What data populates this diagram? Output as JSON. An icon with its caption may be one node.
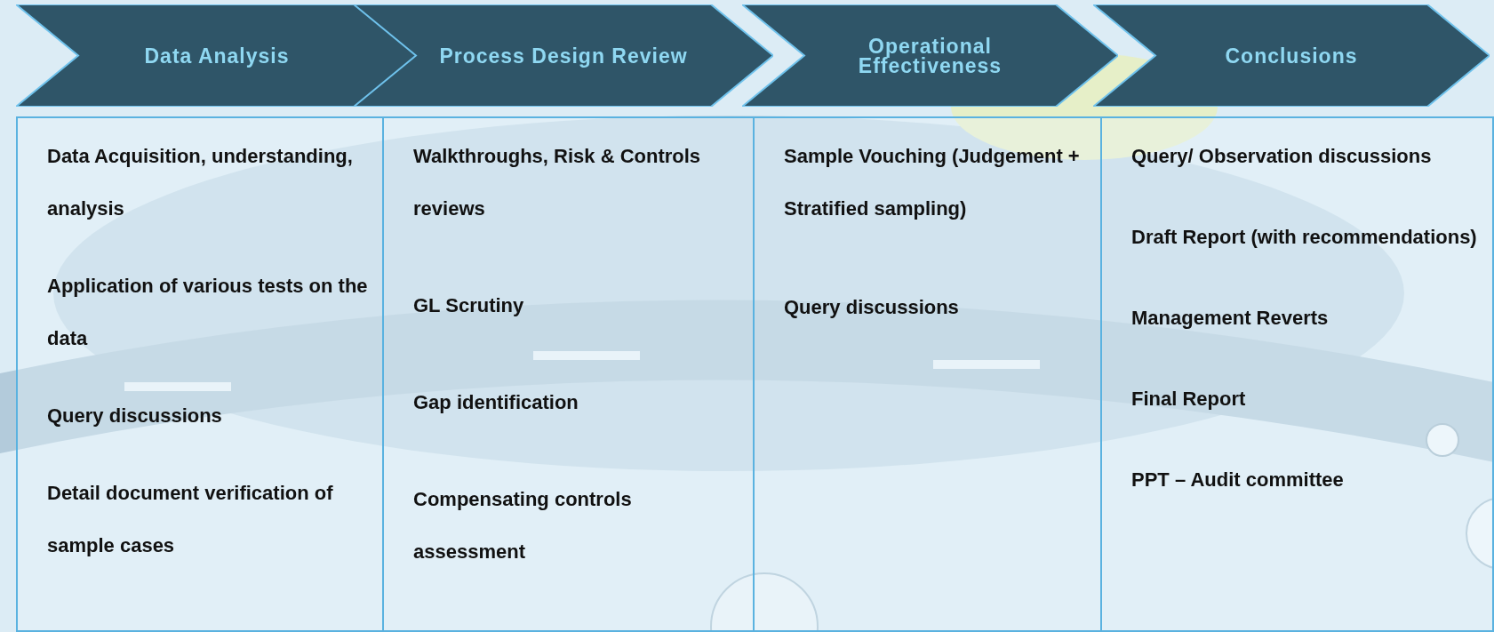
{
  "diagram": {
    "nodes": [
      {
        "text": [
          "Data Analysis"
        ]
      },
      {
        "text": [
          "Process Design Review"
        ]
      },
      {
        "text": [
          "Operational Effectiveness"
        ]
      },
      {
        "text": [
          "Conclusions"
        ]
      },
      {
        "text": [
          "Data Acquisition, understanding, analysis",
          "Application of various tests on the data",
          "Query discussions",
          "Detail document verification of sample cases"
        ]
      },
      {
        "text": [
          "Walkthroughs, Risk & Controls reviews",
          "GL Scrutiny",
          "Gap identification",
          "Compensating controls assessment"
        ]
      },
      {
        "text": [
          "Sample Vouching (Judgement + Stratified sampling)",
          "Query discussions"
        ]
      },
      {
        "text": [
          "Query/ Observation discussions",
          "Draft Report (with recommendations)",
          "Management Reverts",
          "Final Report",
          "PPT – Audit committee"
        ]
      }
    ],
    "edges": []
  }
}
